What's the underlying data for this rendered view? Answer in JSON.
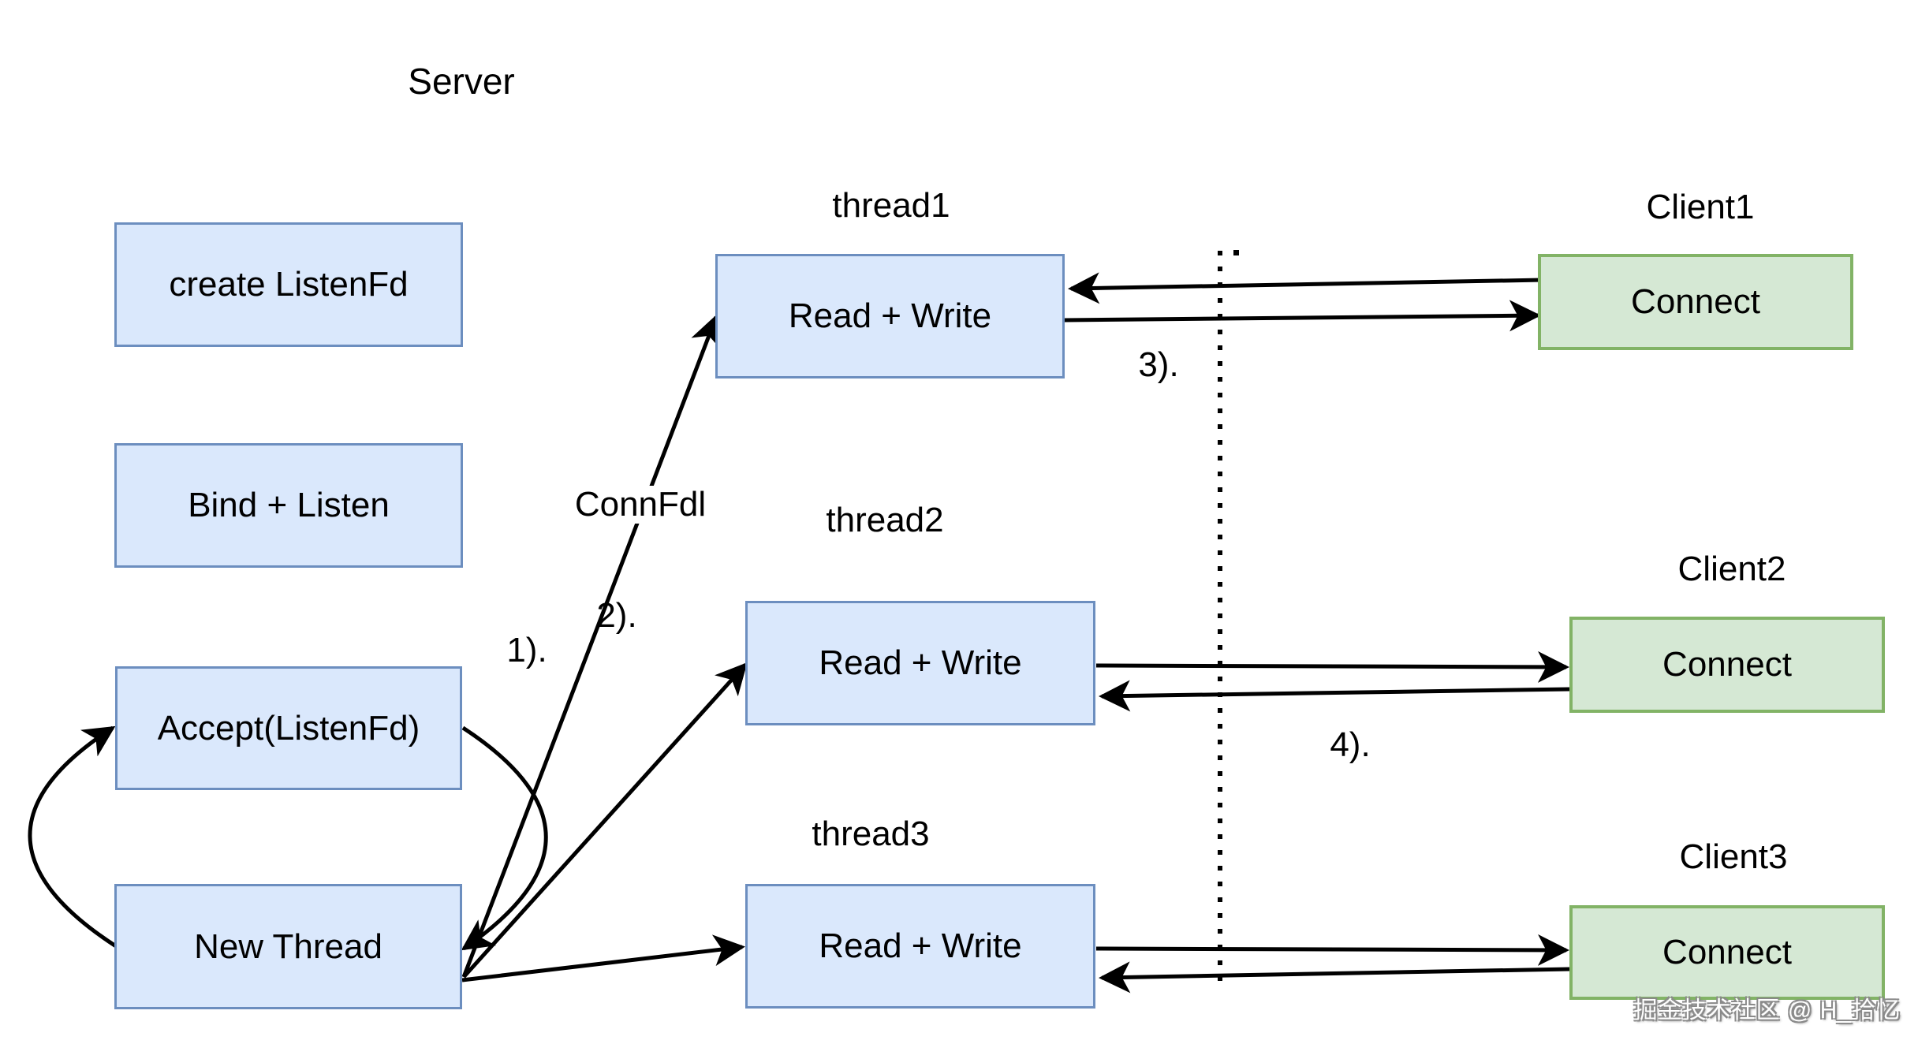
{
  "diagram": {
    "title": "Server",
    "server_steps": [
      {
        "label": "create ListenFd"
      },
      {
        "label": "Bind + Listen"
      },
      {
        "label": "Accept(ListenFd)"
      },
      {
        "label": "New Thread"
      }
    ],
    "threads": [
      {
        "title": "thread1",
        "box_label": "Read + Write"
      },
      {
        "title": "thread2",
        "box_label": "Read + Write"
      },
      {
        "title": "thread3",
        "box_label": "Read + Write"
      }
    ],
    "clients": [
      {
        "title": "Client1",
        "box_label": "Connect"
      },
      {
        "title": "Client2",
        "box_label": "Connect"
      },
      {
        "title": "Client3",
        "box_label": "Connect"
      }
    ],
    "edge_labels": {
      "conn_fd": "ConnFdl",
      "step1": "1).",
      "step2": "2).",
      "step3": "3).",
      "step4": "4)."
    },
    "colors": {
      "server_box_fill": "#dae8fc",
      "server_box_border": "#6c8ebf",
      "client_box_fill": "#d5e8d4",
      "client_box_border": "#82b366",
      "arrow": "#000000"
    },
    "watermark": "掘金技术社区 @ H_拾忆"
  }
}
